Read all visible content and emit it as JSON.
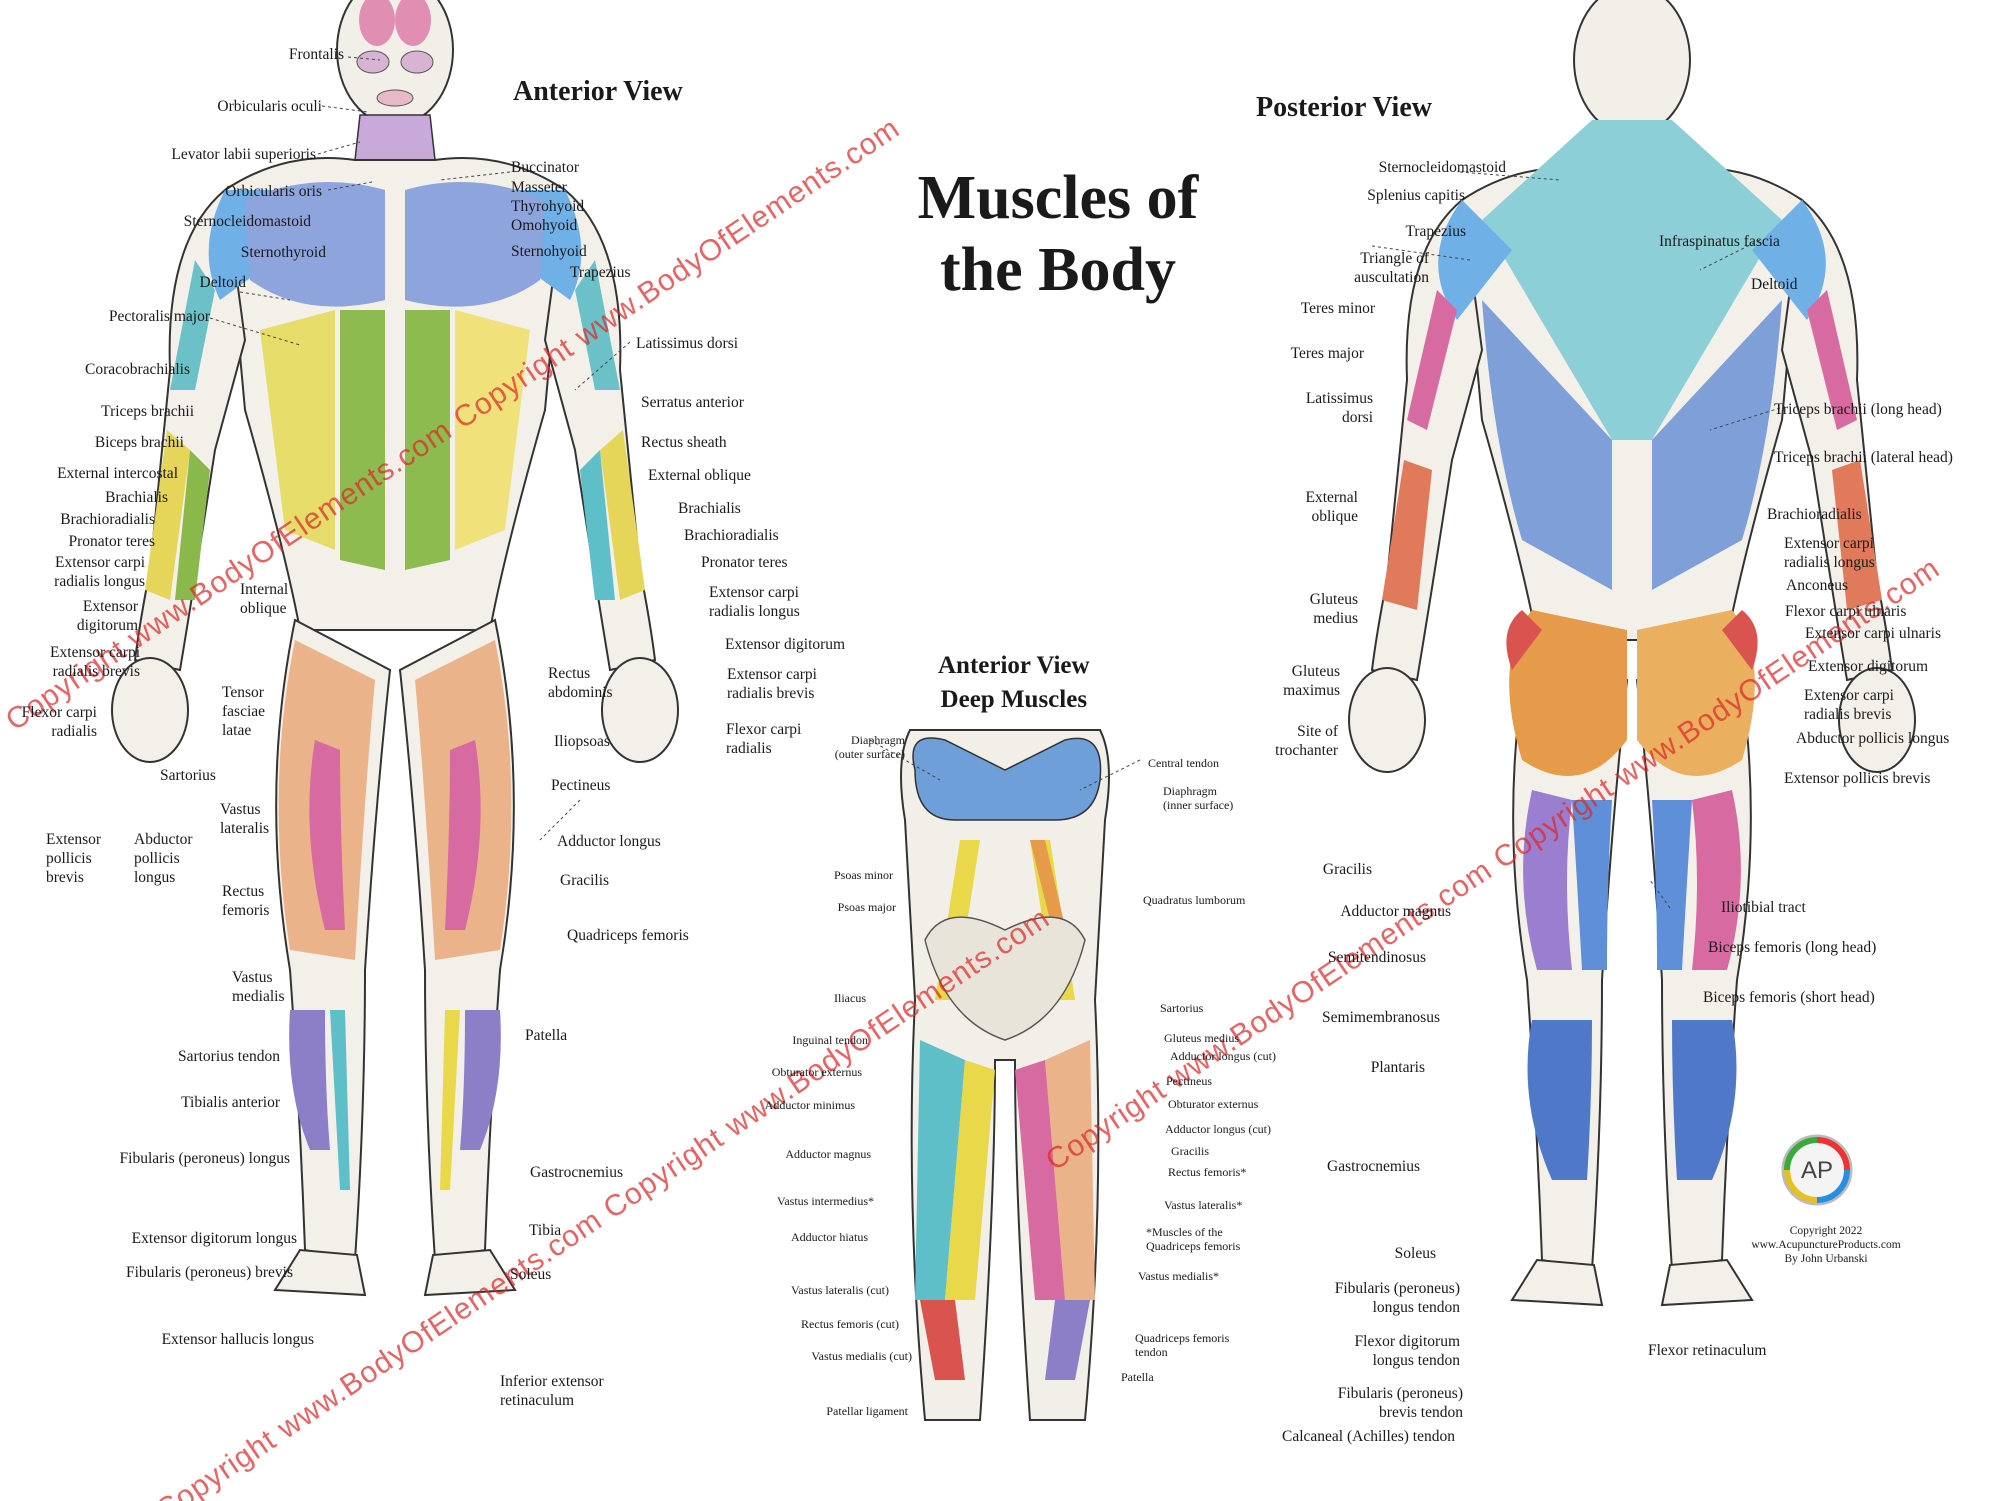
{
  "title": "Muscles of the Body",
  "headings": {
    "anterior": "Anterior View",
    "posterior": "Posterior View",
    "deep_line1": "Anterior View",
    "deep_line2": "Deep Muscles"
  },
  "watermark_text": "Copyright www.BodyOfElements.com Copyright www.BodyOfElements.com",
  "credit": {
    "logo_letters": "AP",
    "line1": "Copyright 2022",
    "line2": "www.AcupunctureProducts.com",
    "line3": "By John Urbanski"
  },
  "colors": {
    "muscle_blue": "#6f9fd8",
    "muscle_teal": "#5fbfc8",
    "muscle_green": "#8ab84a",
    "muscle_yellow": "#e8d84a",
    "muscle_pink": "#d76aa0",
    "muscle_orange": "#e59b4a",
    "muscle_red": "#d9534f",
    "muscle_purple": "#8c7fc8",
    "watermark": "#dc2828"
  },
  "anterior_labels": [
    "Frontalis",
    "Orbicularis oculi",
    "Levator labii superioris",
    "Orbicularis oris",
    "Sternocleidomastoid",
    "Sternothyroid",
    "Deltoid",
    "Pectoralis major",
    "Coracobrachialis",
    "Triceps brachii",
    "Biceps brachii",
    "External intercostal",
    "Brachialis",
    "Brachioradialis",
    "Pronator teres",
    "Extensor carpi\nradialis longus",
    "Extensor\ndigitorum",
    "Extensor carpi\nradialis brevis",
    "Flexor carpi\nradialis",
    "Extensor\npollicis\nbrevis",
    "Abductor\npollicis\nlongus",
    "Internal\noblique",
    "Tensor\nfasciae\nlatae",
    "Sartorius",
    "Vastus\nlateralis",
    "Rectus\nfemoris",
    "Vastus\nmedialis",
    "Sartorius tendon",
    "Tibialis anterior",
    "Fibularis (peroneus) longus",
    "Extensor digitorum longus",
    "Fibularis (peroneus) brevis",
    "Extensor hallucis longus",
    "Buccinator",
    "Masseter",
    "Thyrohyoid",
    "Omohyoid",
    "Sternohyoid",
    "Trapezius",
    "Latissimus dorsi",
    "Serratus anterior",
    "Rectus sheath",
    "External oblique",
    "Brachialis",
    "Brachioradialis",
    "Pronator teres",
    "Extensor carpi\nradialis longus",
    "Extensor digitorum",
    "Extensor carpi\nradialis brevis",
    "Flexor carpi\nradialis",
    "Rectus\nabdominis",
    "Iliopsoas",
    "Pectineus",
    "Adductor longus",
    "Gracilis",
    "Quadriceps femoris",
    "Patella",
    "Gastrocnemius",
    "Tibia",
    "Soleus",
    "Inferior extensor\nretinaculum"
  ],
  "deep_labels": [
    "Diaphragm\n(outer surface)",
    "Psoas minor",
    "Psoas major",
    "Iliacus",
    "Inguinal tendon",
    "Obturator externus",
    "Adductor minimus",
    "Adductor magnus",
    "Vastus intermedius*",
    "Adductor hiatus",
    "Vastus lateralis (cut)",
    "Rectus femoris (cut)",
    "Vastus medialis (cut)",
    "Patellar ligament",
    "Central tendon",
    "Diaphragm\n(inner surface)",
    "Quadratus lumborum",
    "Sartorius",
    "Gluteus medius",
    "Adductor longus (cut)",
    "Pectineus",
    "Obturator externus",
    "Adductor longus (cut)",
    "Gracilis",
    "Rectus femoris*",
    "Vastus lateralis*",
    "*Muscles of the\nQuadriceps femoris",
    "Vastus medialis*",
    "Quadriceps femoris\ntendon",
    "Patella"
  ],
  "posterior_labels": [
    "Sternocleidomastoid",
    "Splenius capitis",
    "Trapezius",
    "Triangle of\nauscultation",
    "Teres minor",
    "Teres major",
    "Latissimus\ndorsi",
    "External\noblique",
    "Gluteus\nmedius",
    "Gluteus\nmaximus",
    "Site of\ntrochanter",
    "Gracilis",
    "Adductor magnus",
    "Semitendinosus",
    "Semimembranosus",
    "Plantaris",
    "Gastrocnemius",
    "Soleus",
    "Fibularis (peroneus)\nlongus tendon",
    "Flexor digitorum\nlongus tendon",
    "Fibularis (peroneus)\nbrevis tendon",
    "Calcaneal (Achilles) tendon",
    "Infraspinatus fascia",
    "Deltoid",
    "Triceps brachii (long head)",
    "Triceps brachii (lateral head)",
    "Brachioradialis",
    "Extensor carpi\nradialis longus",
    "Anconeus",
    "Flexor carpi ulnaris",
    "Extensor carpi ulnaris",
    "Extensor digitorum",
    "Extensor carpi\nradialis brevis",
    "Abductor pollicis longus",
    "Extensor pollicis brevis",
    "Iliotibial tract",
    "Biceps femoris (long head)",
    "Biceps femoris (short head)",
    "Flexor retinaculum"
  ]
}
